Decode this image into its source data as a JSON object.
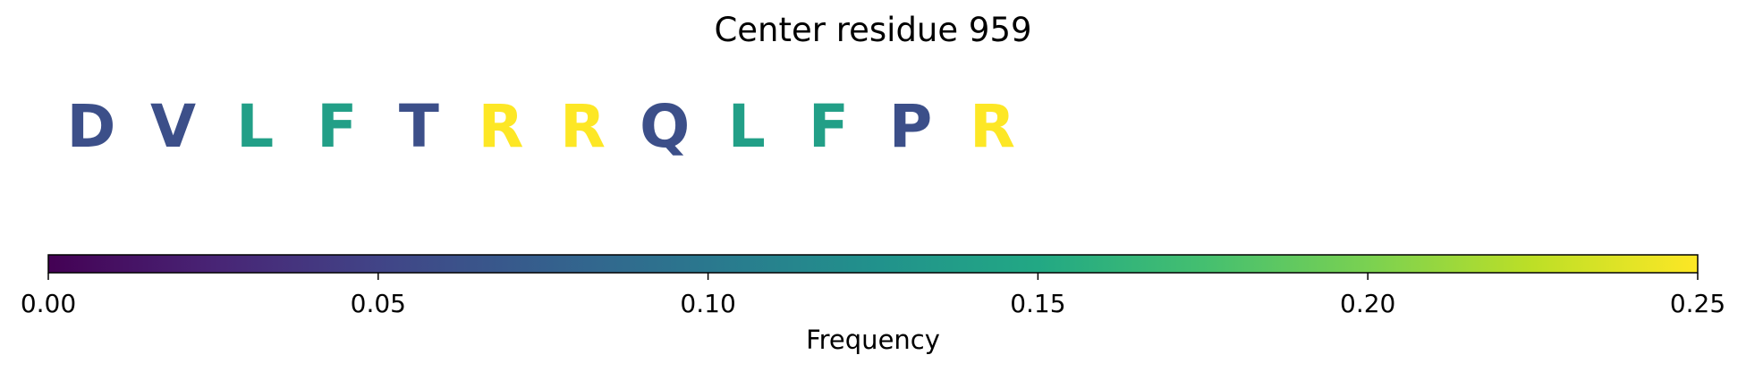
{
  "chart_data": {
    "type": "heatmap",
    "title": "Center residue 959",
    "colormap": "viridis",
    "residues": [
      {
        "letter": "D",
        "frequency": 0.06
      },
      {
        "letter": "V",
        "frequency": 0.06
      },
      {
        "letter": "L",
        "frequency": 0.14
      },
      {
        "letter": "F",
        "frequency": 0.14
      },
      {
        "letter": "T",
        "frequency": 0.06
      },
      {
        "letter": "R",
        "frequency": 0.25
      },
      {
        "letter": "R",
        "frequency": 0.25
      },
      {
        "letter": "Q",
        "frequency": 0.06
      },
      {
        "letter": "L",
        "frequency": 0.14
      },
      {
        "letter": "F",
        "frequency": 0.14
      },
      {
        "letter": "P",
        "frequency": 0.06
      },
      {
        "letter": "R",
        "frequency": 0.25
      }
    ],
    "colorbar": {
      "label": "Frequency",
      "range": [
        0,
        0.25
      ],
      "ticks": [
        "0.00",
        "0.05",
        "0.10",
        "0.15",
        "0.20",
        "0.25"
      ],
      "tick_values": [
        0,
        0.05,
        0.1,
        0.15,
        0.2,
        0.25
      ]
    }
  }
}
